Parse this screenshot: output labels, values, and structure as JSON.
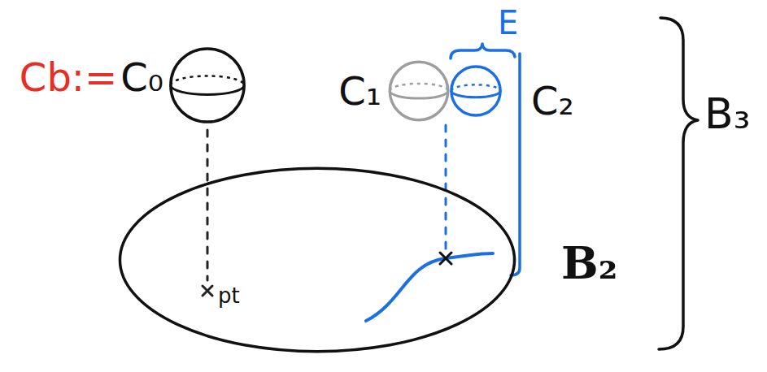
{
  "diagram": {
    "nodes": [
      {
        "text": [
          "Cb:=",
          "C₀"
        ]
      },
      {
        "text": [
          "C₁"
        ]
      },
      {
        "text": [
          "C₂"
        ]
      },
      {
        "text": [
          "B₂"
        ]
      }
    ],
    "labels": [
      "E",
      "pt",
      "B₃"
    ]
  }
}
